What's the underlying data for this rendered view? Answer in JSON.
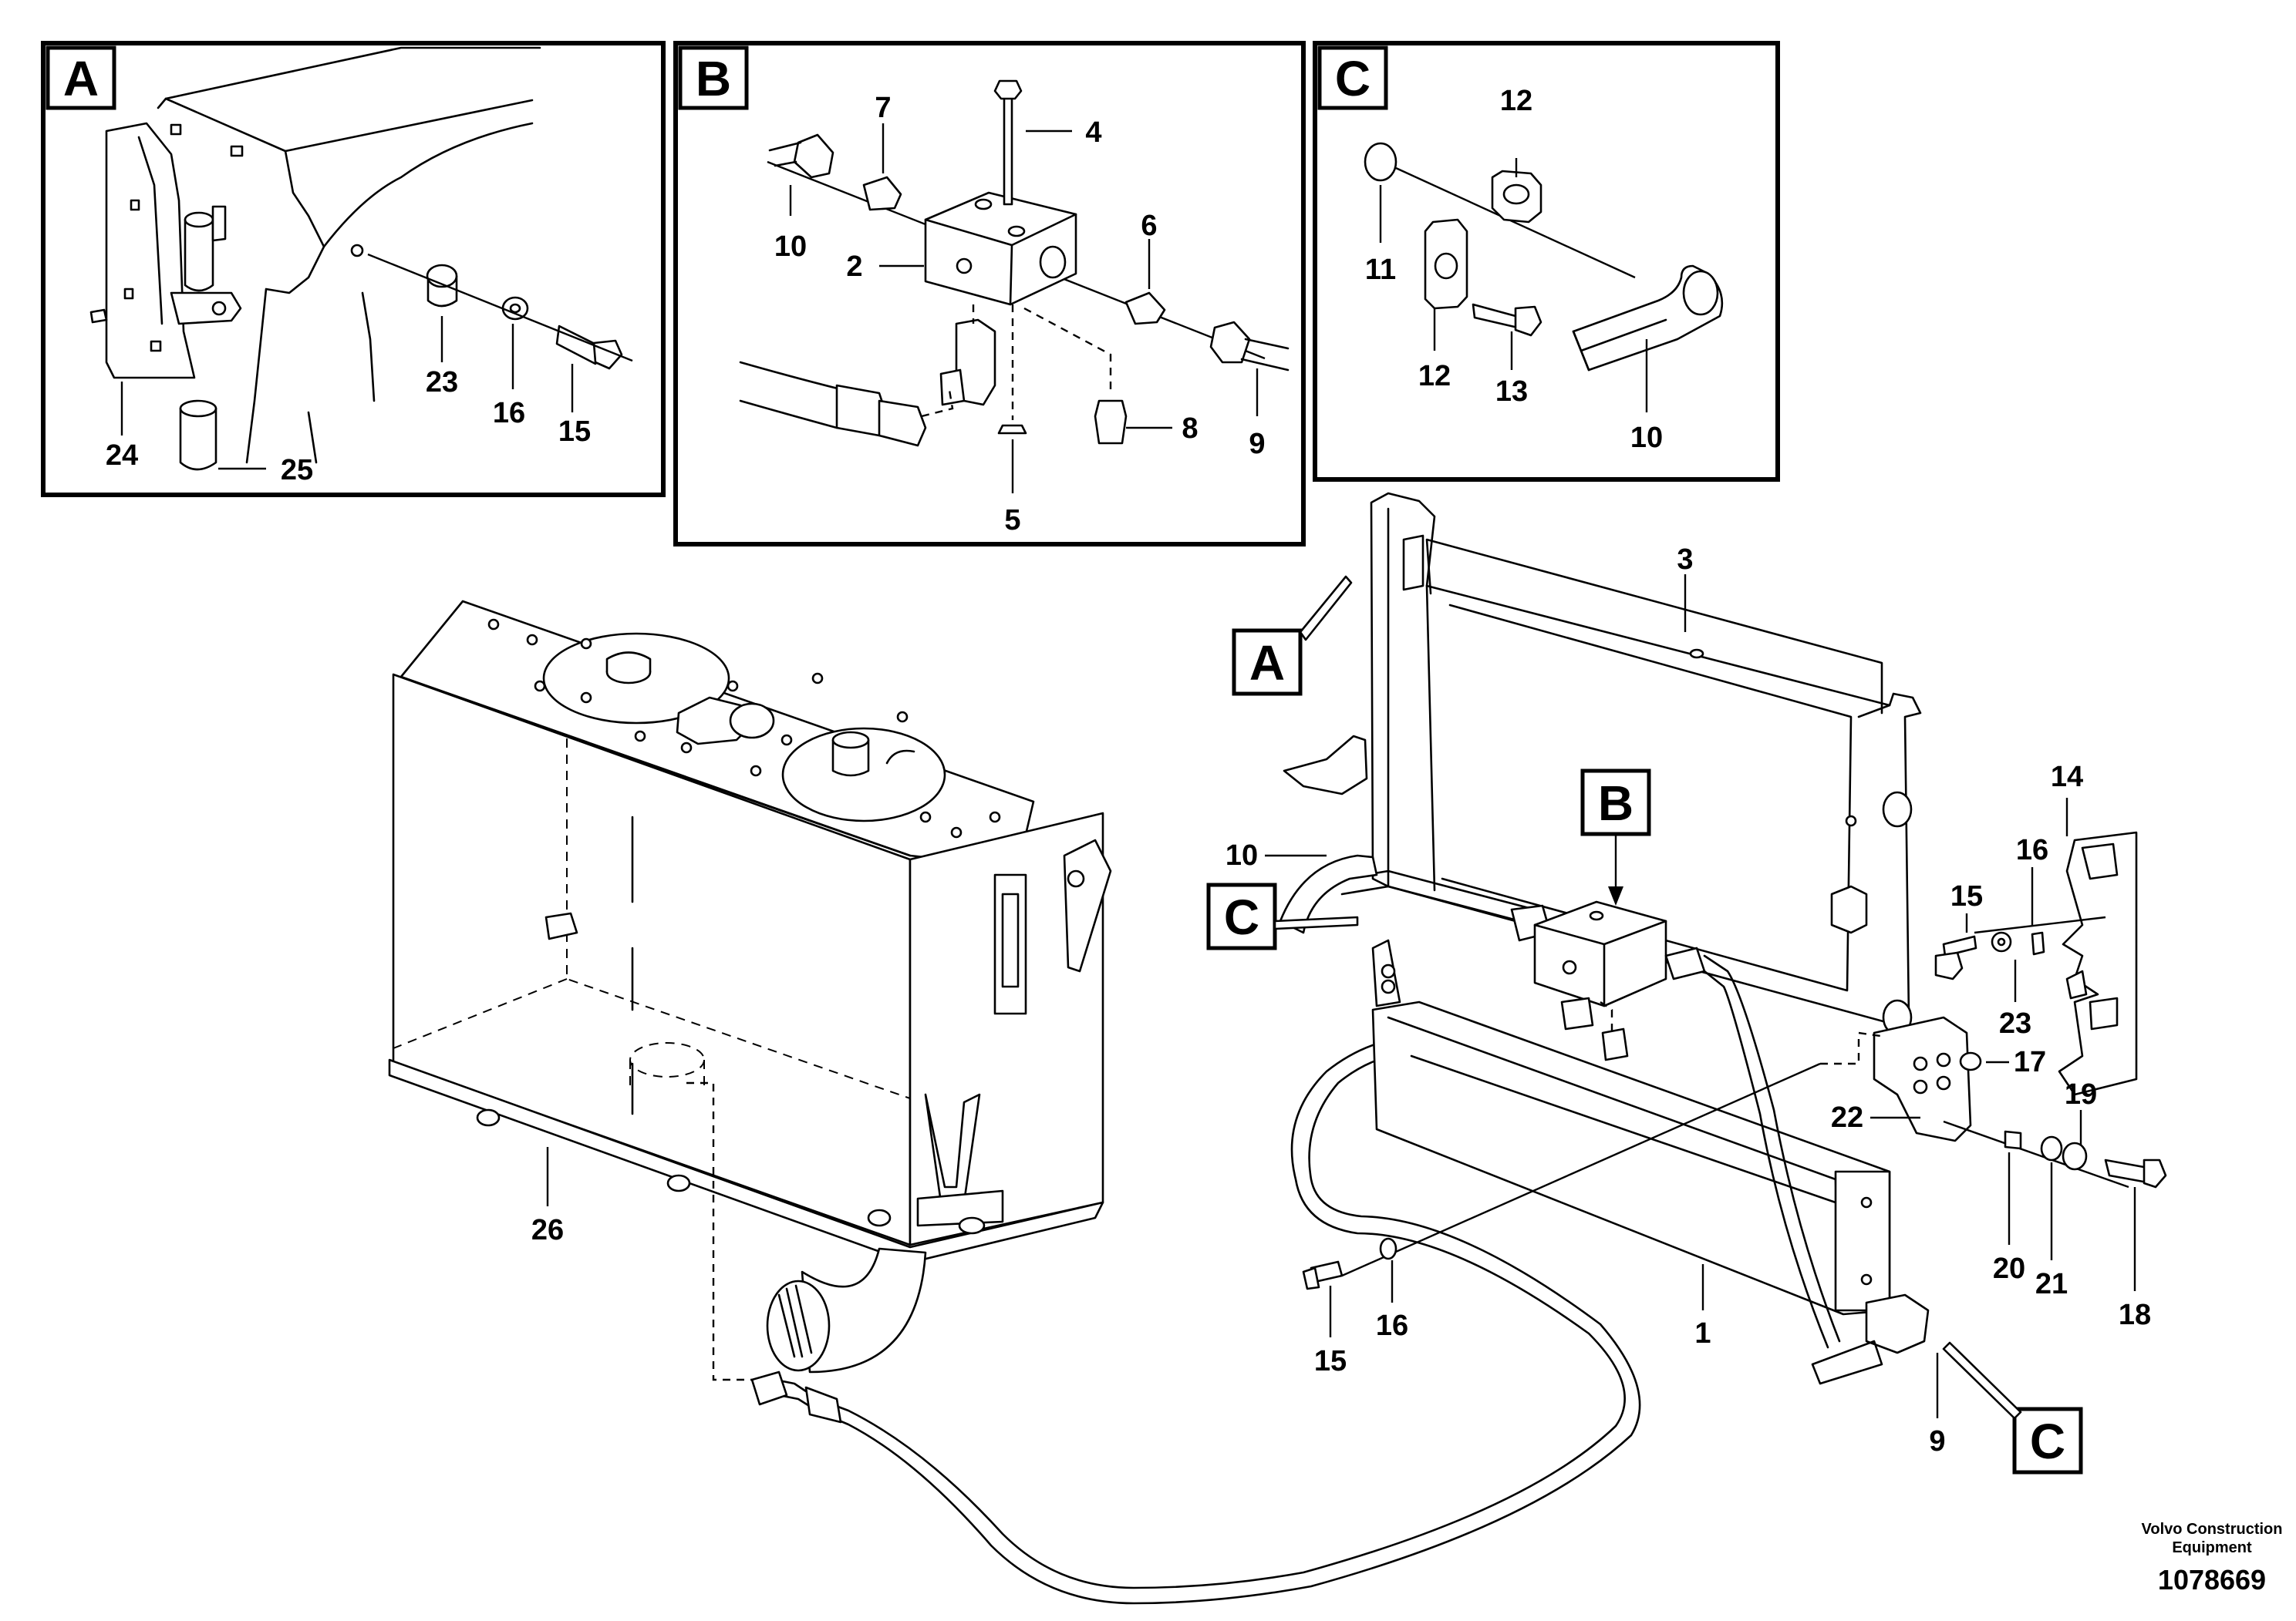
{
  "callouts": {
    "1": "1",
    "2": "2",
    "3": "3",
    "4": "4",
    "5": "5",
    "6": "6",
    "7": "7",
    "8": "8",
    "9": "9",
    "10": "10",
    "11": "11",
    "12": "12",
    "13": "13",
    "14": "14",
    "15": "15",
    "16": "16",
    "17": "17",
    "18": "18",
    "19": "19",
    "20": "20",
    "21": "21",
    "22": "22",
    "23": "23",
    "24": "24",
    "25": "25",
    "26": "26"
  },
  "tags": {
    "a": "A",
    "b": "B",
    "c": "C"
  },
  "footer": {
    "brand_line1": "Volvo Construction",
    "brand_line2": "Equipment",
    "drawing_number": "1078669"
  }
}
